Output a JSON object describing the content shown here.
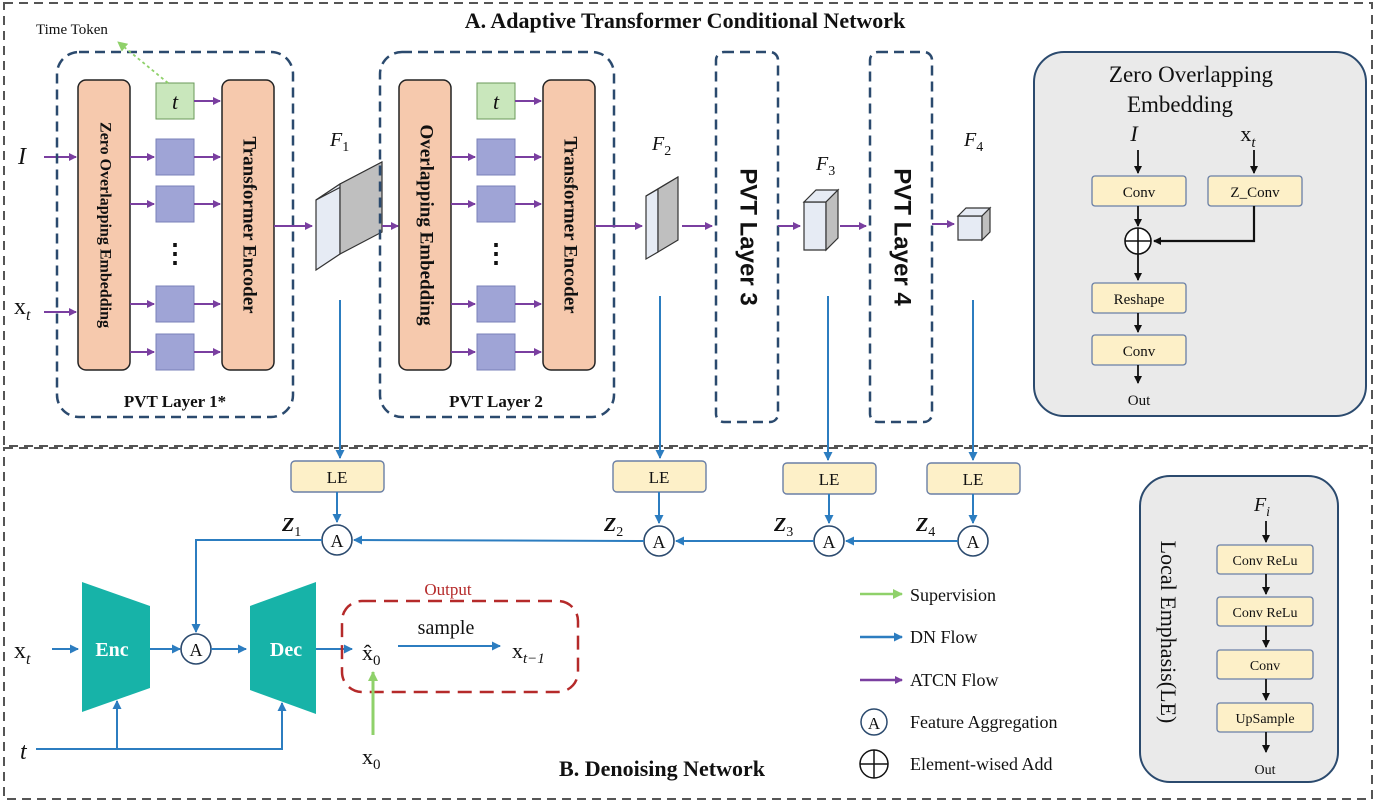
{
  "section_a": {
    "title": "A. Adaptive Transformer Conditional Network"
  },
  "section_b": {
    "title": "B. Denoising Network"
  },
  "time_token": {
    "label": "Time Token",
    "symbol": "t"
  },
  "inputs": {
    "image": "I",
    "x_base": "x",
    "x_sub": "t",
    "t_label": "t",
    "x0_base": "x",
    "x0_sub": "0"
  },
  "pvt1": {
    "zero_embed": "Zero Overlapping Embedding",
    "encoder": "Transformer Encoder",
    "caption": "PVT Layer 1*",
    "dots": "⋮"
  },
  "pvt2": {
    "embed": "Overlapping Embedding",
    "encoder": "Transformer Encoder",
    "caption": "PVT Layer 2",
    "dots": "⋮"
  },
  "pvt3": {
    "label": "PVT Layer 3"
  },
  "pvt4": {
    "label": "PVT Layer 4"
  },
  "features": [
    {
      "base": "F",
      "sub": "1"
    },
    {
      "base": "F",
      "sub": "2"
    },
    {
      "base": "F",
      "sub": "3"
    },
    {
      "base": "F",
      "sub": "4"
    }
  ],
  "le_label": "LE",
  "z_labels": [
    {
      "base": "Z",
      "sub": "1"
    },
    {
      "base": "Z",
      "sub": "2"
    },
    {
      "base": "Z",
      "sub": "3"
    },
    {
      "base": "Z",
      "sub": "4"
    }
  ],
  "agg_symbol": "A",
  "dn": {
    "enc": "Enc",
    "dec": "Dec",
    "output_label": "Output",
    "x0hat_base": "x̂",
    "x0hat_sub": "0",
    "sample": "sample",
    "xt1_base": "x",
    "xt1_sub": "t−1"
  },
  "zoe_panel": {
    "title_line1": "Zero Overlapping",
    "title_line2": "Embedding",
    "in_i": "I",
    "in_x_base": "x",
    "in_x_sub": "t",
    "conv": "Conv",
    "z_conv": "Z_Conv",
    "reshape": "Reshape",
    "conv2": "Conv",
    "out": "Out"
  },
  "le_panel": {
    "title": "Local Emphasis(LE)",
    "in_base": "F",
    "in_sub": "i",
    "steps": [
      "Conv ReLu",
      "Conv ReLu",
      "Conv",
      "UpSample"
    ],
    "out": "Out"
  },
  "legend": [
    {
      "label": "Supervision",
      "color": "#8fd16a"
    },
    {
      "label": "DN Flow",
      "color": "#2c7dc0"
    },
    {
      "label": "ATCN Flow",
      "color": "#7a3fa0"
    },
    {
      "label": "Feature Aggregation",
      "symbol": "A"
    },
    {
      "label": "Element-wised Add",
      "symbol": "circle-plus"
    }
  ],
  "colors": {
    "purple": "#7a3fa0",
    "blue": "#2c7dc0",
    "green": "#8fd16a",
    "teal": "#17b3a8",
    "salmon": "#f6c9ad",
    "token_green": "#c9e7bc",
    "patch": "#9fa4d6",
    "le_fill": "#fdf0c8",
    "panel_fill": "#eaeaea",
    "dashed_navy": "#2b4a6e",
    "output_red": "#b52a2a"
  }
}
